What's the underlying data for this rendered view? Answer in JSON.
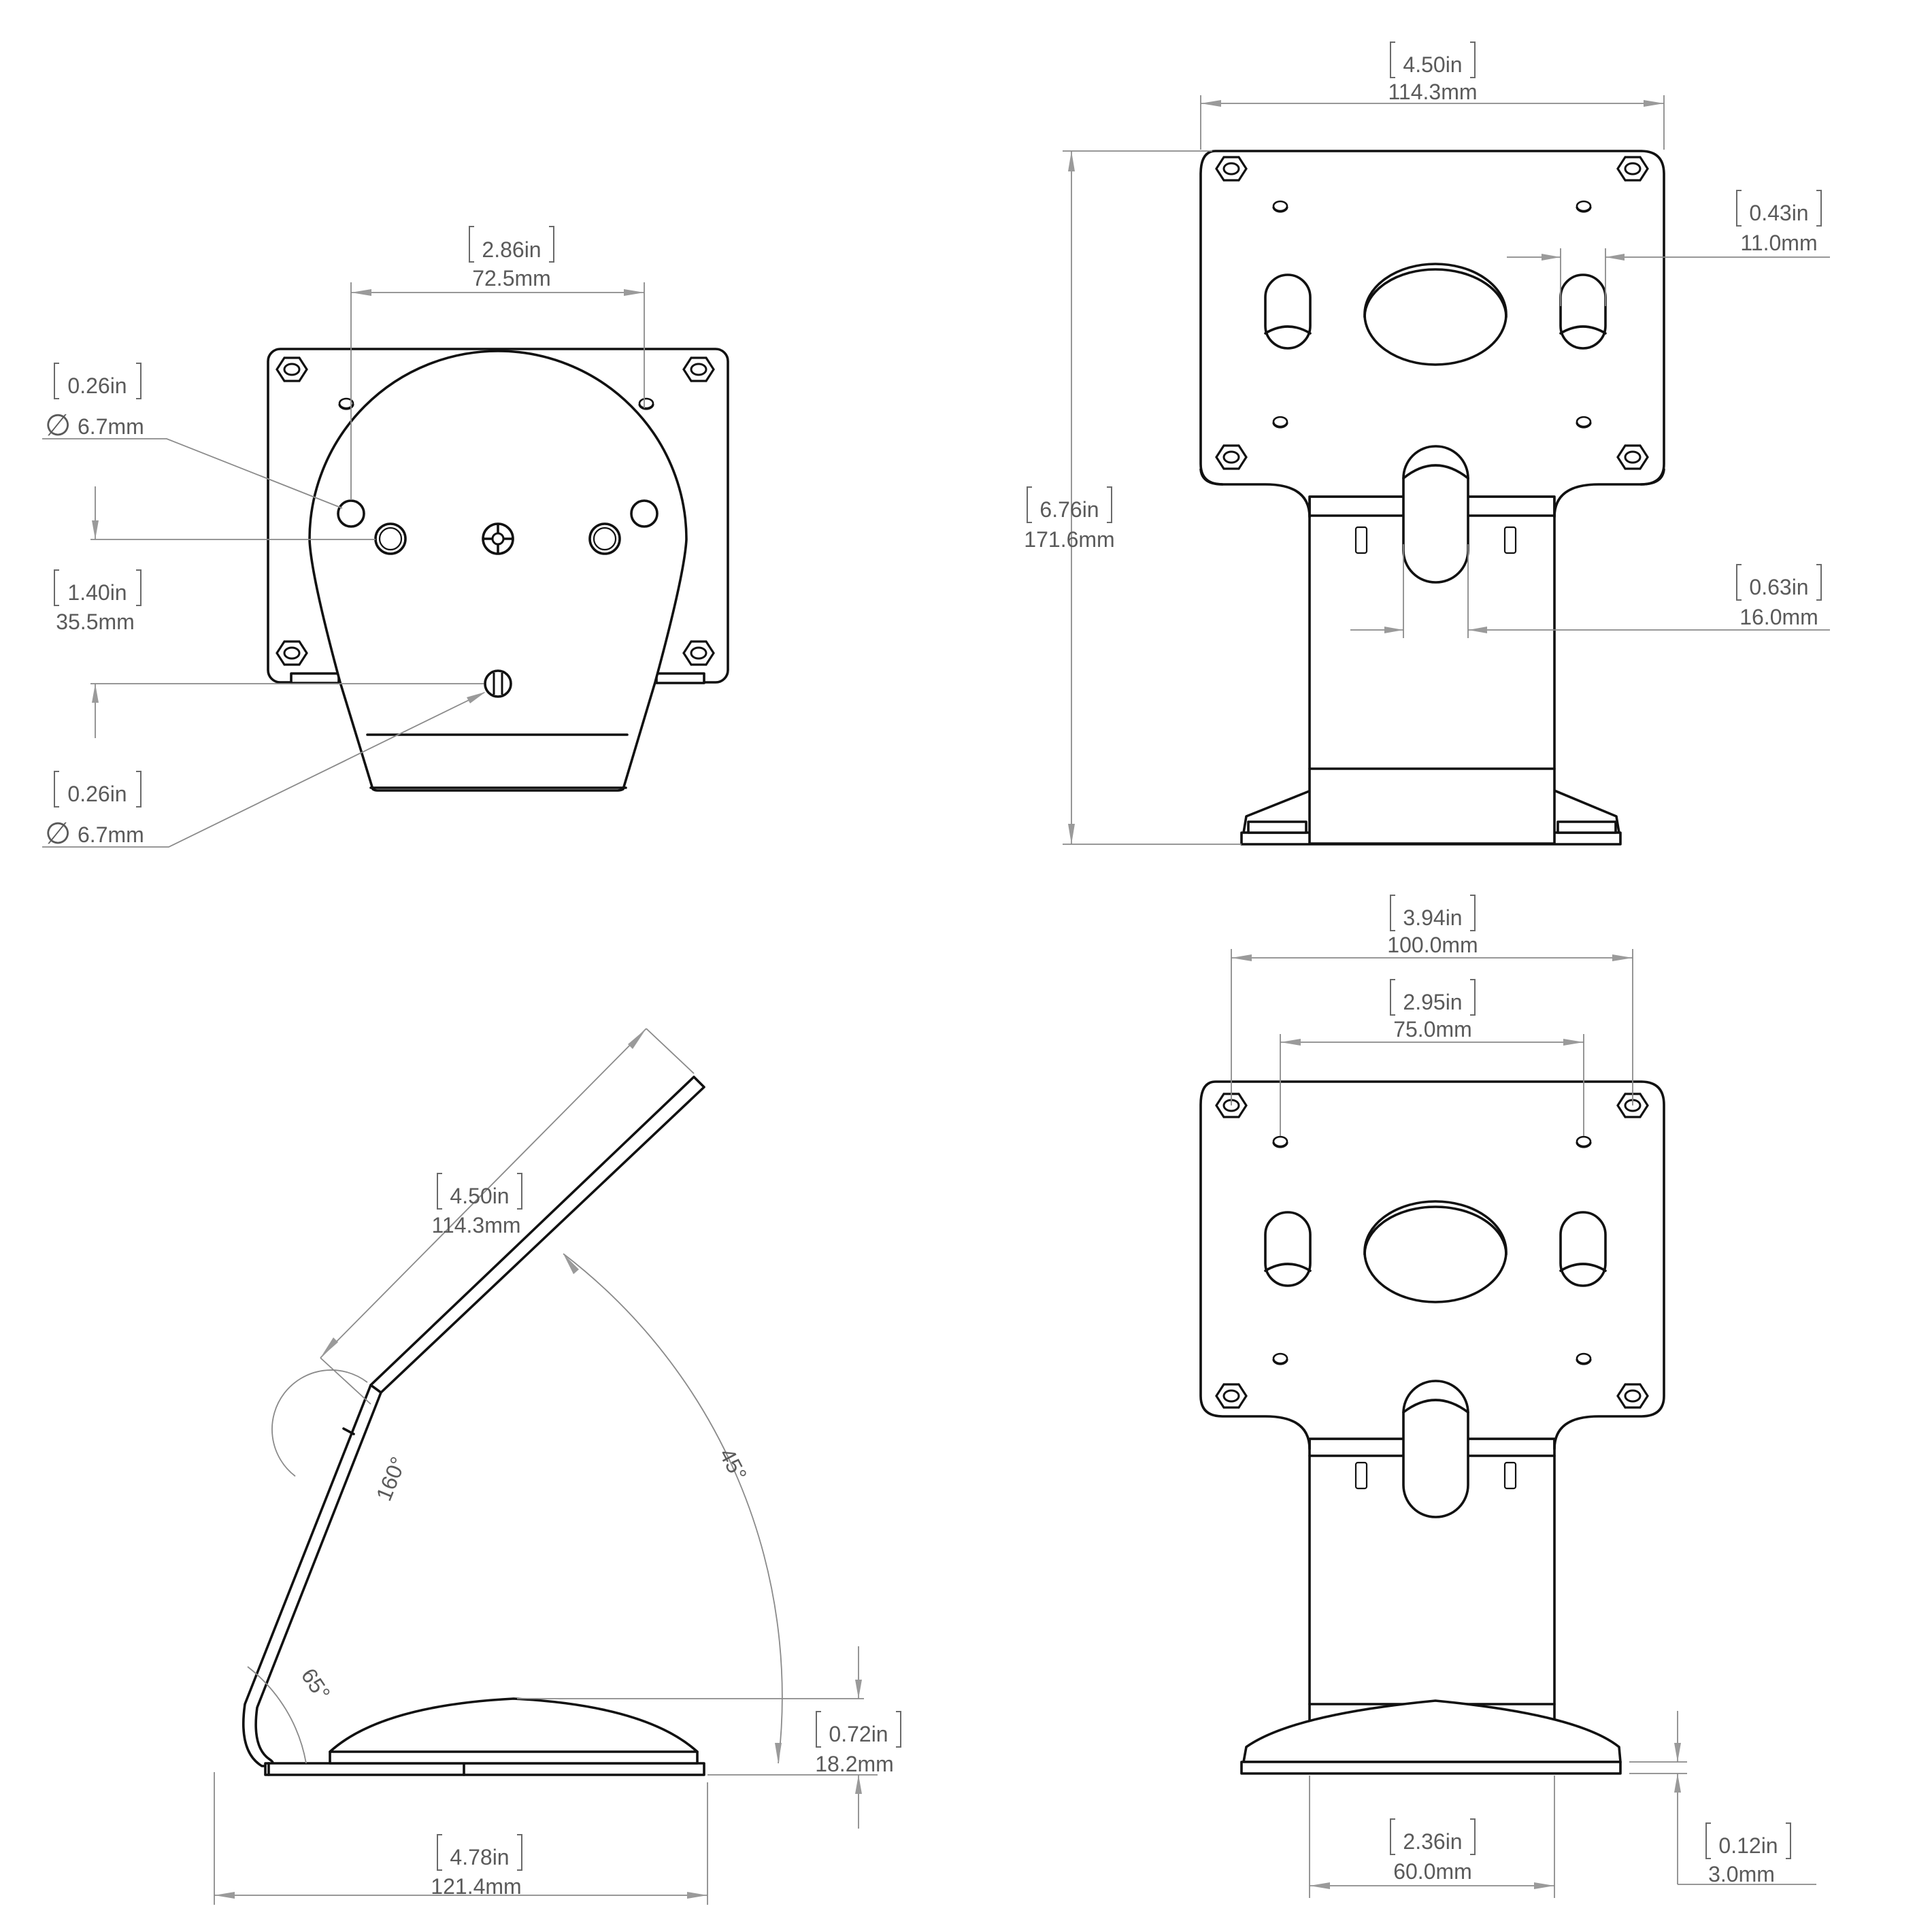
{
  "colors": {
    "part_stroke": "#111111",
    "dimension_line": "#8a8a8a",
    "dimension_text": "#5a5a5a",
    "background": "#ffffff"
  },
  "back_view": {
    "hole_spacing": {
      "in": "2.86in",
      "mm": "72.5mm"
    },
    "upper_hole": {
      "in": "0.26in",
      "symbol": "∅",
      "mm": "6.7mm"
    },
    "vertical_offset": {
      "in": "1.40in",
      "mm": "35.5mm"
    },
    "lower_hole": {
      "in": "0.26in",
      "symbol": "∅",
      "mm": "6.7mm"
    }
  },
  "front_view": {
    "plate_width": {
      "in": "4.50in",
      "mm": "114.3mm"
    },
    "slot_width": {
      "in": "0.43in",
      "mm": "11.0mm"
    },
    "total_height": {
      "in": "6.76in",
      "mm": "171.6mm"
    },
    "neck_slot_width": {
      "in": "0.63in",
      "mm": "16.0mm"
    }
  },
  "side_view": {
    "arm_length": {
      "in": "4.50in",
      "mm": "114.3mm"
    },
    "bend_angle": "160°",
    "tilt_angle": "45°",
    "base_angle": "65°",
    "base_height": {
      "in": "0.72in",
      "mm": "18.2mm"
    },
    "base_length": {
      "in": "4.78in",
      "mm": "121.4mm"
    }
  },
  "vesa_view": {
    "outer_spacing": {
      "in": "3.94in",
      "mm": "100.0mm"
    },
    "inner_spacing": {
      "in": "2.95in",
      "mm": "75.0mm"
    },
    "base_width": {
      "in": "2.36in",
      "mm": "60.0mm"
    },
    "base_thickness": {
      "in": "0.12in",
      "mm": "3.0mm"
    }
  }
}
